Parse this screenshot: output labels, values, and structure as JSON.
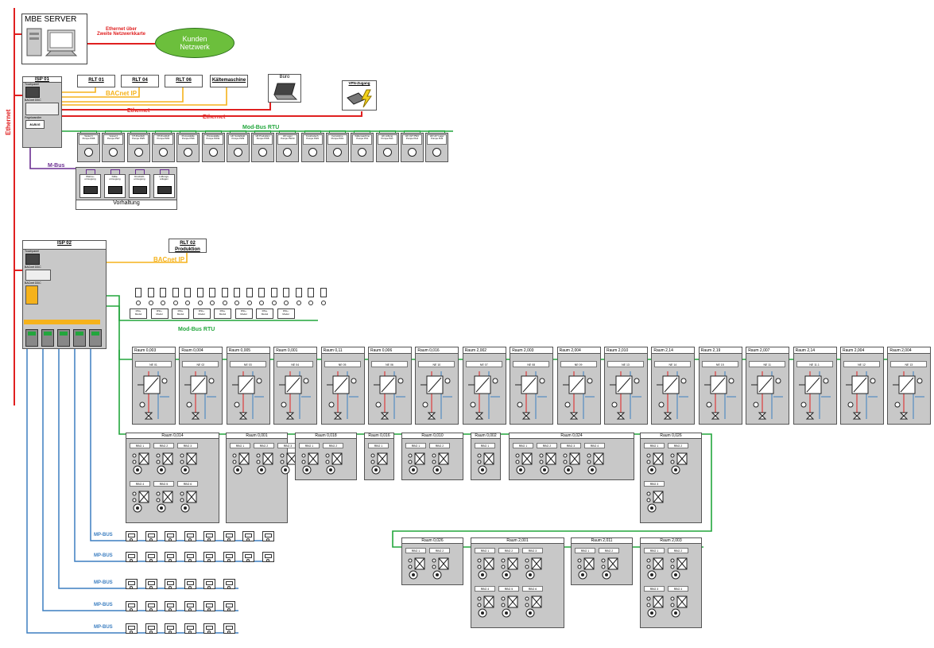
{
  "server": {
    "title": "MBE SERVER",
    "link_label": "Ethernet über\nZweite Netzwerkkarte",
    "customer_network": "Kunden\nNetzwerk"
  },
  "bus_labels": {
    "ethernet_vertical": "Ethernet",
    "ethernet_1": "Ethernet",
    "ethernet_2": "Ethernet",
    "bacnet_1": "BACnet IP",
    "bacnet_2": "BACnet IP",
    "modbus_1": "Mod-Bus RTU",
    "modbus_2": "Mod-Bus RTU",
    "mbus": "M-Bus",
    "mpbus": [
      "MP-BUS",
      "MP-BUS",
      "MP-BUS",
      "MP-BUS",
      "MP-BUS"
    ]
  },
  "isp1": {
    "title": "ISP 01",
    "panel": "Touchpanel",
    "ddc": "BACnet DDC",
    "mbus_module": "M-BUS",
    "pegel": "Pegelwandler"
  },
  "isp2": {
    "title": "ISP 02",
    "panel": "Touchpanel",
    "ddc1": "BACnet DDC",
    "ddc2": "BACnet DDC"
  },
  "rlt_boxes": [
    "RLT 01",
    "RLT 04",
    "RLT 06",
    "Kältemaschine"
  ],
  "buero": "Büro",
  "vpn": "VPN-Zugang",
  "rlt02": "RLT 02\nProduktion",
  "pumps": [
    "Vessel 1\nPumpe PW8",
    "Vessel 2\nPumpe PW7",
    "NT-Druckluft\nPumpe PW5",
    "NT-Druckluft\nPumpe PW4",
    "Prozesskälte\nPumpe PW6",
    "Prozesskälte\nPumpe PW11",
    "HK Sozialtrakt\nPumpe PW9",
    "HK Produktion\nPumpe PW8",
    "HK Lager\nPumpe PW10",
    "Fussbodenh.\nPumpe PW2",
    "Fernwärme\nPumpe PW1",
    "Kältemaschine\nPumpe PK1",
    "HK Lüftung\nPumpe PH1",
    "HK ULT PW4\nPumpe PH4",
    "HK ULT Lager\nPumpe PH3"
  ],
  "vorhaltung": {
    "title": "Vorhaltung",
    "items": [
      "Wärme-\nerzeugung",
      "Kälte-\nerzeugung",
      "Druckluft-\nerzeugung",
      "Lüftungs-\nanlagen"
    ]
  },
  "rtu_modules": [
    "RSt+\nModul",
    "RSt+\nModul",
    "RSt+\nModul",
    "RSt+\nModul",
    "RSt+\nModul",
    "RSt+\nModul",
    "RSt+\nModul",
    "RSt+\nModul"
  ],
  "rooms_row1": [
    {
      "name": "Raum 0,003",
      "unit": "NE 01"
    },
    {
      "name": "Raum 0,004",
      "unit": "NE 02"
    },
    {
      "name": "Raum 0,005",
      "unit": "NE 03"
    },
    {
      "name": "Raum 0,001",
      "unit": "NE 04"
    },
    {
      "name": "Raum 0,11",
      "unit": "NE 05"
    },
    {
      "name": "Raum 0,006",
      "unit": "NE 06"
    },
    {
      "name": "Raum 0,016",
      "unit": "NE 10"
    },
    {
      "name": "Raum 2,002",
      "unit": "NE 07"
    },
    {
      "name": "Raum 2,003",
      "unit": "NE 08"
    },
    {
      "name": "Raum 2,004",
      "unit": "NE 09"
    },
    {
      "name": "Raum 2,010",
      "unit": "NE 13"
    },
    {
      "name": "Raum 2,14",
      "unit": "NE 14"
    },
    {
      "name": "Raum 2,19",
      "unit": "NE 15"
    },
    {
      "name": "Raum 2,007",
      "unit": "NE 11"
    },
    {
      "name": "Raum 2,14",
      "unit": "NE 11.1"
    },
    {
      "name": "Raum 2,004",
      "unit": "NE 12"
    },
    {
      "name": "Raum 2,004",
      "unit": "NE 13"
    }
  ],
  "rooms_row2": [
    {
      "name": "Raum 0,014",
      "rbg": [
        "RBG 1",
        "RBG 2",
        "RBG 3",
        "RBG 4",
        "RBG 5",
        "RBG 6"
      ]
    },
    {
      "name": "Raum 0,001",
      "rbg": [
        "RBG 1",
        "RBG 2",
        "RBG 3"
      ]
    },
    {
      "name": "Raum 0,018",
      "rbg": [
        "RBG 1",
        "RBG 2"
      ]
    },
    {
      "name": "Raum 0,016",
      "rbg": [
        "RBG 1"
      ]
    },
    {
      "name": "Raum 0,010",
      "rbg": [
        "RBG 1",
        "RBG 2"
      ]
    },
    {
      "name": "Raum 0,002",
      "rbg": [
        "RBG 1"
      ]
    },
    {
      "name": "Raum 0,024",
      "rbg": [
        "RBG 1",
        "RBG 2",
        "RBG 3",
        "RBG 4"
      ]
    },
    {
      "name": "Raum 0,026",
      "rbg": [
        "RBG 1",
        "RBG 2",
        "RBG 3"
      ]
    }
  ],
  "rooms_row3": [
    {
      "name": "Raum 0,026",
      "rbg": [
        "RBG 1",
        "RBG 2"
      ]
    },
    {
      "name": "Raum 2,001",
      "rbg": [
        "RBG 1",
        "RBG 2",
        "RBG 3",
        "RBG 4",
        "RBG 5",
        "RBG 6"
      ]
    },
    {
      "name": "Raum 2,011",
      "rbg": [
        "RBG 1",
        "RBG 2"
      ]
    },
    {
      "name": "Raum 2,003",
      "rbg": [
        "RBG 1",
        "RBG 2",
        "RBG 3",
        "RBG 4"
      ]
    }
  ],
  "colors": {
    "ethernet": "#e02020",
    "bacnet": "#f5b21b",
    "modbus": "#22a63c",
    "mbus": "#6a2d91",
    "mpbus": "#3d7fc1",
    "panel": "#c8c8c8",
    "cloud": "#6cbf3c"
  }
}
